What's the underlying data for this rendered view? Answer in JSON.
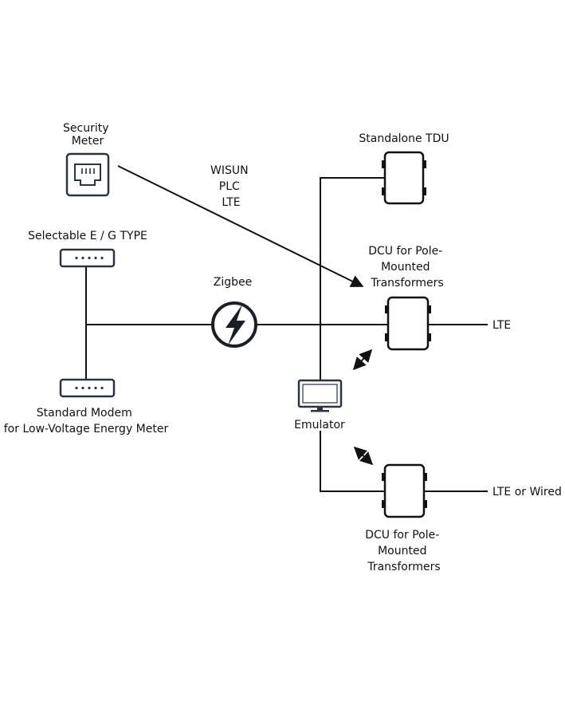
{
  "labels": {
    "security_meter": [
      "Security",
      "Meter"
    ],
    "wisun_plc_lte": [
      "WISUN",
      "PLC",
      "LTE"
    ],
    "standalone_tdu": "Standalone TDU",
    "selectable_type": "Selectable E / G TYPE",
    "zigbee": "Zigbee",
    "dcu_top": [
      "DCU for Pole-",
      "Mounted",
      "Transformers"
    ],
    "lte_top": "LTE",
    "emulator": "Emulator",
    "standard_modem": [
      "Standard Modem",
      "for Low-Voltage Energy Meter"
    ],
    "dcu_bottom": [
      "DCU for Pole-",
      "Mounted",
      "Transformers"
    ],
    "lte_or_wired": "LTE or Wired"
  },
  "icons": {
    "security_meter": "ethernet-port-icon",
    "modem": "modem-icon",
    "zigbee": "lightning-bolt-icon",
    "dcu": "dcu-enclosure-icon",
    "emulator": "monitor-icon"
  },
  "colors": {
    "line": "#111111",
    "device_stroke": "#2b3440",
    "background": "#ffffff"
  }
}
